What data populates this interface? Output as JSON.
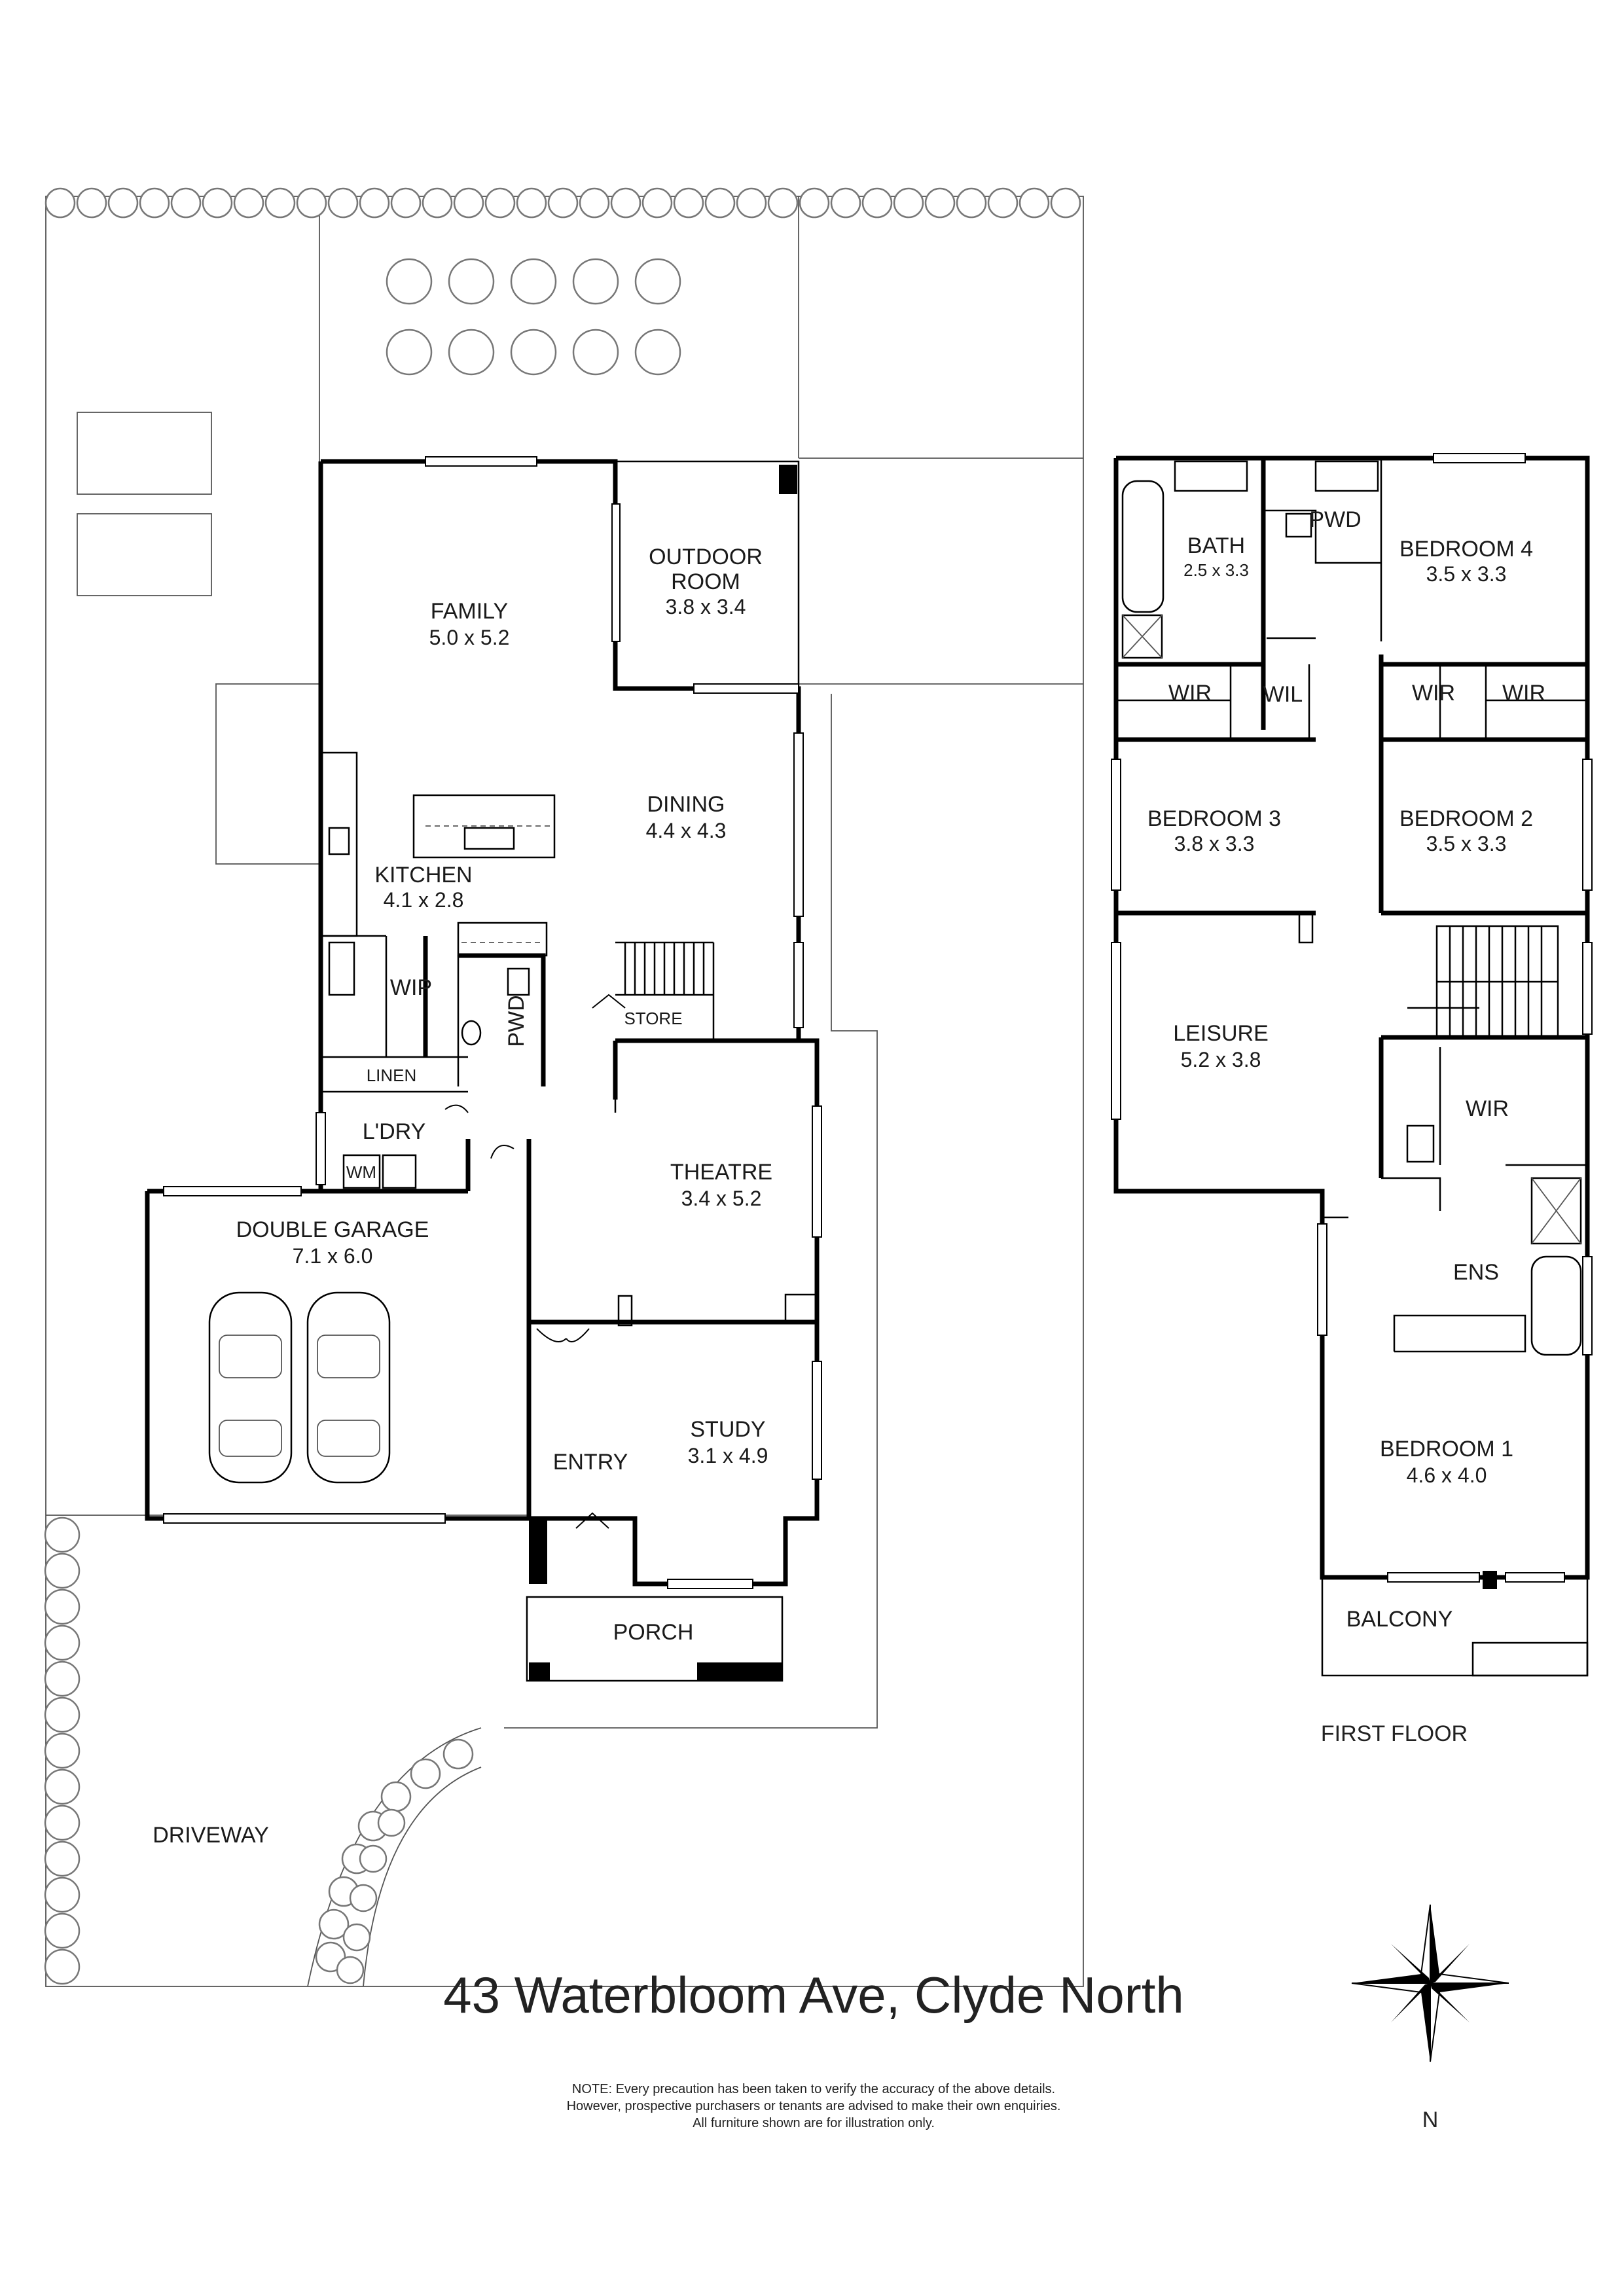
{
  "address": "43 Waterbloom Ave, Clyde North",
  "note": [
    "NOTE: Every precaution has been taken to verify the accuracy of the above details.",
    "However, prospective purchasers or tenants are advised to make their own enquiries.",
    "All furniture shown are for illustration only."
  ],
  "compass": {
    "label": "N"
  },
  "ground_floor": {
    "family": {
      "name": "FAMILY",
      "dim": "5.0 x 5.2"
    },
    "outdoor_room": {
      "name_1": "OUTDOOR",
      "name_2": "ROOM",
      "dim": "3.8 x 3.4"
    },
    "dining": {
      "name": "DINING",
      "dim": "4.4 x 4.3"
    },
    "kitchen": {
      "name": "KITCHEN",
      "dim": "4.1 x 2.8"
    },
    "wip": "WIP",
    "pwd": "PWD",
    "store": "STORE",
    "linen": "LINEN",
    "laundry": "L'DRY",
    "wm": "WM",
    "theatre": {
      "name": "THEATRE",
      "dim": "3.4 x 5.2"
    },
    "garage": {
      "name": "DOUBLE GARAGE",
      "dim": "7.1 x 6.0"
    },
    "study": {
      "name": "STUDY",
      "dim": "3.1 x 4.9"
    },
    "entry": "ENTRY",
    "porch": "PORCH",
    "driveway": "DRIVEWAY"
  },
  "first_floor": {
    "label": "FIRST FLOOR",
    "bath": {
      "name": "BATH",
      "dim": "2.5 x 3.3"
    },
    "pwd": "PWD",
    "bedroom4": {
      "name": "BEDROOM 4",
      "dim": "3.5 x 3.3"
    },
    "wir_b3": "WIR",
    "wil": "WIL",
    "wir_b4a": "WIR",
    "wir_b4b": "WIR",
    "bedroom3": {
      "name": "BEDROOM 3",
      "dim": "3.8 x 3.3"
    },
    "bedroom2": {
      "name": "BEDROOM 2",
      "dim": "3.5 x 3.3"
    },
    "leisure": {
      "name": "LEISURE",
      "dim": "5.2 x 3.8"
    },
    "wir_master": "WIR",
    "ens": "ENS",
    "bedroom1": {
      "name": "BEDROOM 1",
      "dim": "4.6 x 4.0"
    },
    "balcony": "BALCONY"
  }
}
